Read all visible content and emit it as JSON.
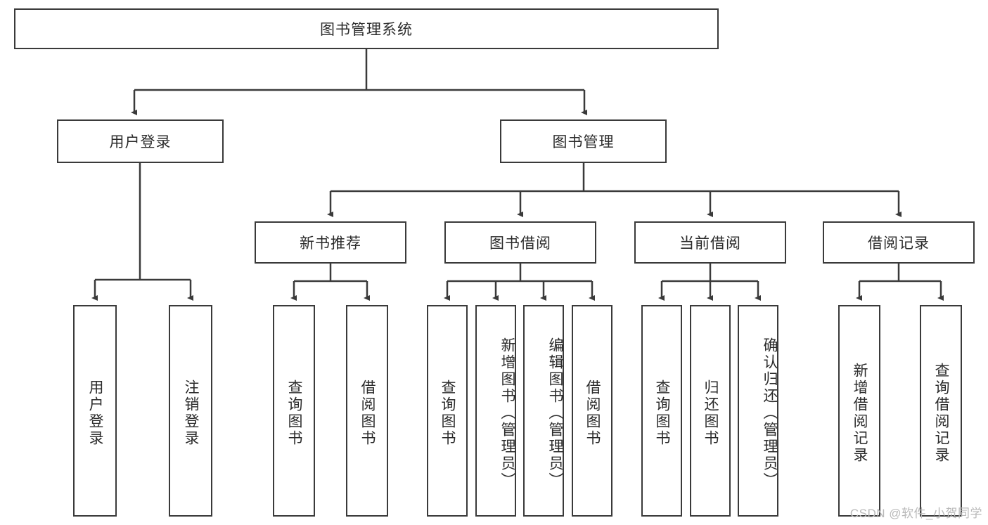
{
  "diagram": {
    "title_node": {
      "label": "图书管理系统"
    },
    "level2": [
      {
        "label": "用户登录"
      },
      {
        "label": "图书管理"
      }
    ],
    "level3": [
      {
        "label": "新书推荐"
      },
      {
        "label": "图书借阅"
      },
      {
        "label": "当前借阅"
      },
      {
        "label": "借阅记录"
      }
    ],
    "leaves": [
      {
        "label": "用户登录"
      },
      {
        "label": "注销登录"
      },
      {
        "label": "查询图书"
      },
      {
        "label": "借阅图书"
      },
      {
        "label": "查询图书"
      },
      {
        "label": "新增图书（管理员）"
      },
      {
        "label": "编辑图书（管理员）"
      },
      {
        "label": "借阅图书"
      },
      {
        "label": "查询图书"
      },
      {
        "label": "归还图书"
      },
      {
        "label": "确认归还（管理员）"
      },
      {
        "label": "新增借阅记录"
      },
      {
        "label": "查询借阅记录"
      }
    ],
    "watermark": "CSDN @软件_小贺同学",
    "colors": {
      "stroke": "#3a3a3a",
      "text": "#2b2b2b",
      "background": "#ffffff",
      "watermark": "#b9b9b9"
    }
  }
}
